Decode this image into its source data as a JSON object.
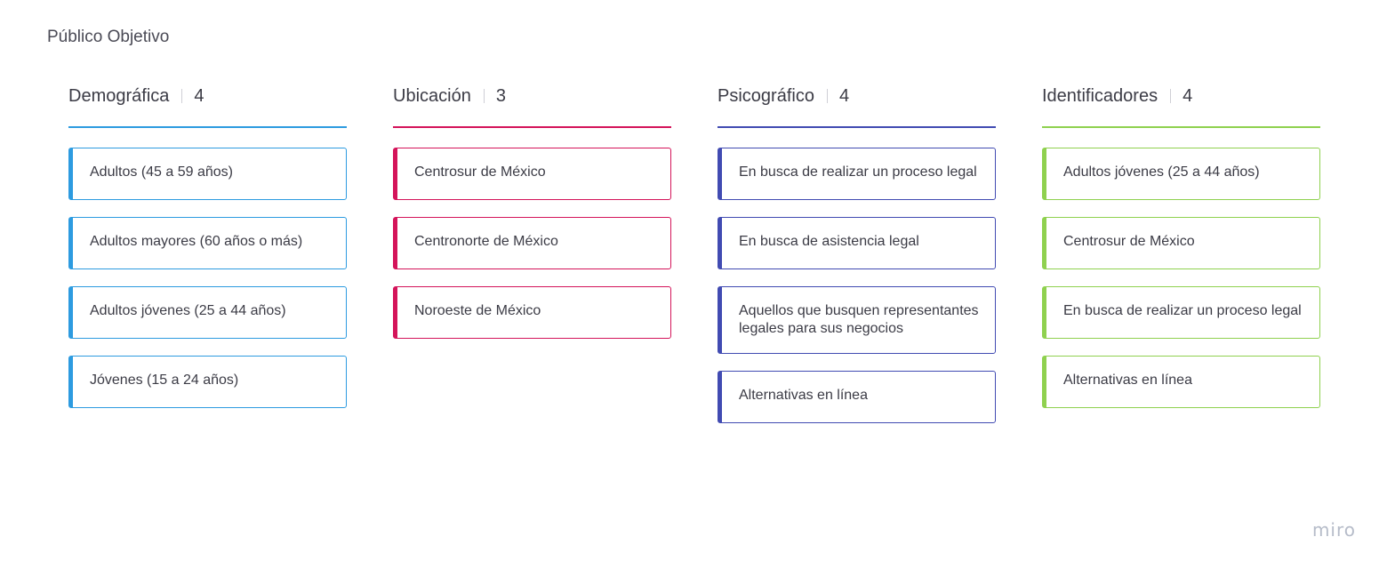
{
  "board": {
    "title": "Público Objetivo"
  },
  "columns": [
    {
      "title": "Demográfica",
      "count": "4",
      "color": "#2d9be0",
      "cards": [
        "Adultos (45 a 59 años)",
        "Adultos mayores (60 años o más)",
        "Adultos jóvenes (25 a 44 años)",
        "Jóvenes (15 a 24 años)"
      ]
    },
    {
      "title": "Ubicación",
      "count": "3",
      "color": "#d4145a",
      "cards": [
        "Centrosur de México",
        "Centronorte de México",
        "Noroeste de México"
      ]
    },
    {
      "title": "Psicográfico",
      "count": "4",
      "color": "#414bb2",
      "cards": [
        "En busca de realizar un proceso legal",
        "En busca de asistencia legal",
        "Aquellos que busquen representantes legales para sus negocios",
        "Alternativas en línea"
      ]
    },
    {
      "title": "Identificadores",
      "count": "4",
      "color": "#8fd14f",
      "cards": [
        "Adultos jóvenes (25 a 44 años)",
        "Centrosur de México",
        "En busca de realizar un proceso legal",
        "Alternativas en línea"
      ]
    }
  ],
  "branding": {
    "logo_text": "miro"
  }
}
